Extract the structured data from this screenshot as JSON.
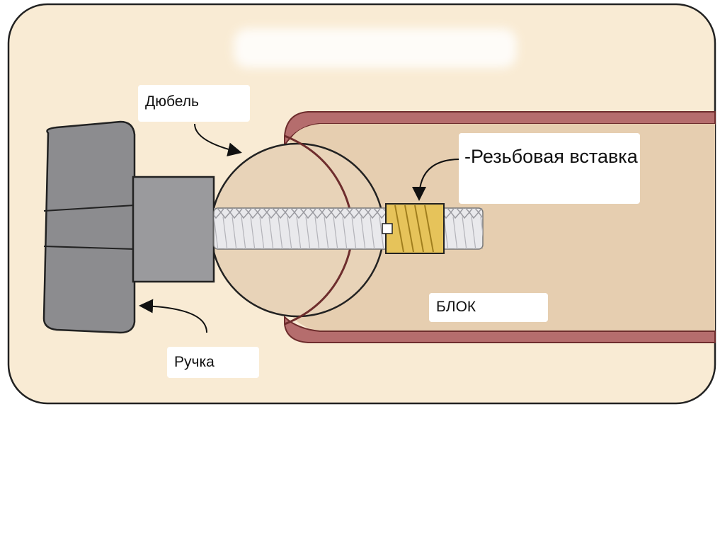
{
  "labels": {
    "dowel": "Дюбель",
    "threaded_insert": "-Резьбовая вставка",
    "block": "БЛОК",
    "handle": "Ручка"
  },
  "colors": {
    "background_panel": "#f9ebd4",
    "block_fill": "#e6ceb0",
    "block_border": "#8c3d3d",
    "handle": "#8c8c8f",
    "dowel_fill": "#e8d3b8",
    "bolt": "#e4e4e8",
    "insert": "#e6c35a"
  }
}
